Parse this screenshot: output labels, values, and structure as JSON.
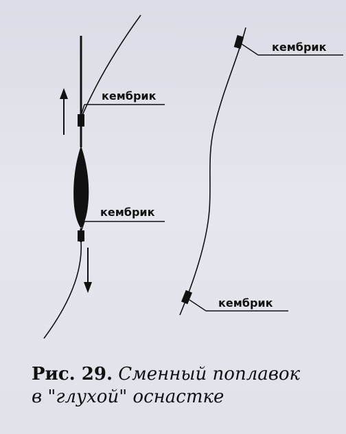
{
  "labels": {
    "kembrik_top_left": "кембрик",
    "kembrik_mid_left": "кембрик",
    "kembrik_top_right": "кембрик",
    "kembrik_bottom_right": "кембрик"
  },
  "caption": {
    "figure_number": "Рис. 29.",
    "title_line1": "Сменный поплавок",
    "title_line2": "в \"глухой\" оснастке"
  },
  "colors": {
    "ink": "#111111",
    "paper": "#e4e4ec"
  }
}
